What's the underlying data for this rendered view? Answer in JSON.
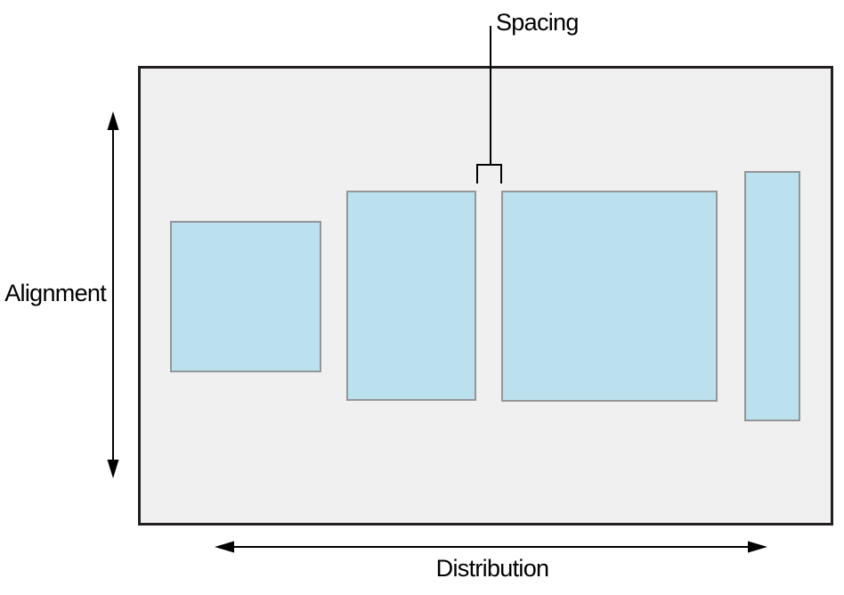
{
  "labels": {
    "spacing": "Spacing",
    "alignment": "Alignment",
    "distribution": "Distribution"
  },
  "colors": {
    "background": "#ffffff",
    "frame-fill": "#f0f0f1",
    "frame-border": "#231f20",
    "box-fill": "#bce1ee",
    "box-border": "#939598",
    "line": "#000000",
    "text": "#000000"
  },
  "annotations": {
    "spacing": {
      "label": "Spacing",
      "marker": "bracket-callout"
    },
    "alignment": {
      "label": "Alignment",
      "marker": "vertical-double-arrow"
    },
    "distribution": {
      "label": "Distribution",
      "marker": "horizontal-double-arrow"
    }
  }
}
